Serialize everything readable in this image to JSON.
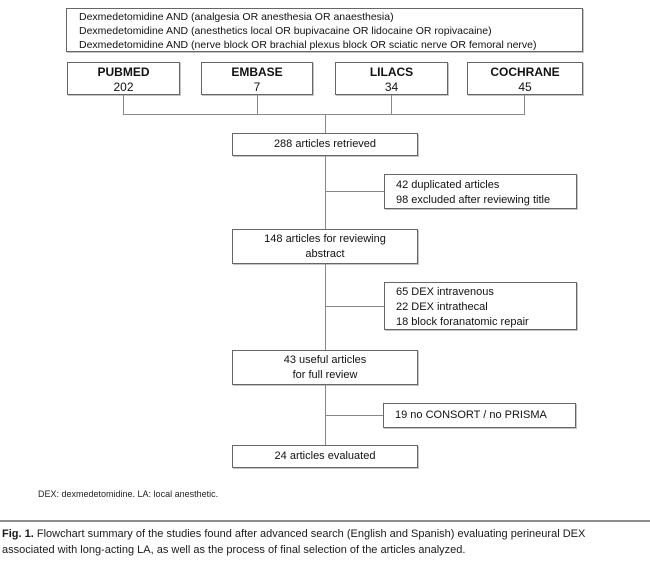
{
  "figure": {
    "query_box": "Dexmedetomidine AND (analgesia OR anesthesia OR anaesthesia)\nDexmedetomidine AND (anesthetics local OR bupivacaine OR lidocaine OR ropivacaine)\nDexmedetomidine AND (nerve block OR brachial plexus block OR sciatic nerve OR femoral nerve)",
    "databases": [
      {
        "name": "PUBMED",
        "count": "202"
      },
      {
        "name": "EMBASE",
        "count": "7"
      },
      {
        "name": "LILACS",
        "count": "34"
      },
      {
        "name": "COCHRANE",
        "count": "45"
      }
    ],
    "nodes": {
      "retrieved": "288 articles retrieved",
      "abstract": "148 articles for reviewing\nabstract",
      "full_review": "43 useful articles\nfor full review",
      "evaluated": "24 articles evaluated"
    },
    "exclusions": {
      "duplicates": "42 duplicated articles\n98 excluded after reviewing title",
      "dex_routes": "65 DEX intravenous\n22 DEX intrathecal\n18 block foranatomic repair",
      "no_consort": "19 no CONSORT / no PRISMA"
    },
    "footnote": "DEX: dexmedetomidine. LA: local anesthetic."
  },
  "caption": {
    "label": "Fig. 1.",
    "line1": "Flowchart summary of the studies found after advanced search (English and Spanish) evaluating perineural DEX",
    "line2": "associated with long-acting LA, as well as the process of final selection of the articles analyzed."
  },
  "colors": {
    "background": "#ffffff",
    "box_border": "#666666",
    "connector_line": "#888888",
    "text": "#111111",
    "divider": "#8c8c8c"
  }
}
